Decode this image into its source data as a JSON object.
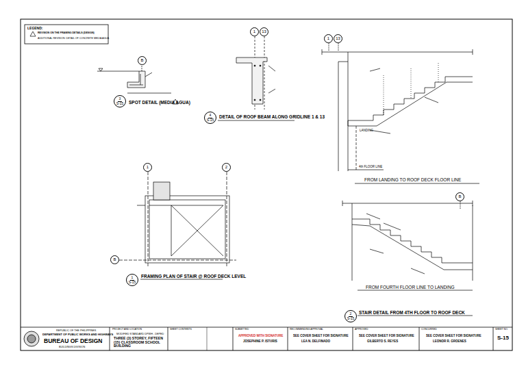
{
  "diagram": {
    "nodes": [
      {
        "text": [
          "3",
          "S-15"
        ]
      },
      {
        "text": [
          "B"
        ]
      },
      {
        "text": [
          "4",
          "S-15"
        ]
      },
      {
        "text": [
          "1"
        ]
      },
      {
        "text": [
          "13"
        ]
      },
      {
        "text": [
          "1"
        ]
      },
      {
        "text": [
          "13"
        ]
      },
      {
        "text": [
          "1"
        ]
      },
      {
        "text": [
          "2"
        ]
      },
      {
        "text": [
          "B"
        ]
      },
      {
        "text": [
          "1",
          "S-15"
        ]
      },
      {
        "text": [
          "B"
        ]
      },
      {
        "text": [
          "2",
          "S-15"
        ]
      }
    ],
    "labels": [
      "LEGEND:",
      "SPOT DETAIL (MEDIA AGUA)",
      "DETAIL OF ROOF BEAM ALONG GRIDLINE 1 & 13",
      "LANDING",
      "4th FLOOR LINE",
      "FROM LANDING TO ROOF DECK FLOOR LINE",
      "FRAMING PLAN OF STAIR @ ROOF DECK LEVEL",
      "FROM FOURTH FLOOR LINE TO LANDING",
      "STAIR DETAIL FROM 4TH FLOOR TO ROOF DECK",
      "REPUBLIC OF THE PHILIPPINES",
      "DEPARTMENT OF PUBLIC WORKS AND HIGHWAYS",
      "BUREAU OF DESIGN",
      "BUILDINGS DIVISION",
      "PROJECT AND LOCATION",
      "MODIFIED STANDARD DPWH - DEPED",
      "THREE (3) STOREY, FIFTEEN (15) CLASSROOM SCHOOL BUILDING",
      "SHEET CONTENTS",
      "SUBMITTED",
      "APPROVED WITH SIGNATURE",
      "JOSEPHINE P. ISTURIS",
      "RECOMMENDING APPROVAL",
      "SEE COVER SHEET FOR SIGNATURE",
      "LEA N. DELFINADO",
      "APPROVED",
      "SEE COVER SHEET FOR SIGNATURE",
      "GILBERTO S. REYES",
      "CONCURRED",
      "SEE COVER SHEET FOR SIGNATURE",
      "LEONOR R. GROENES",
      "SHEET NO.",
      "S-15"
    ],
    "legend": [
      {
        "text": "REVISION ON THE FRAMING DETAILS (DESIGN)"
      },
      {
        "text": "ADDITIONAL REVISION: DETAIL OF CONCRETE MEDIA AGUA"
      }
    ]
  }
}
